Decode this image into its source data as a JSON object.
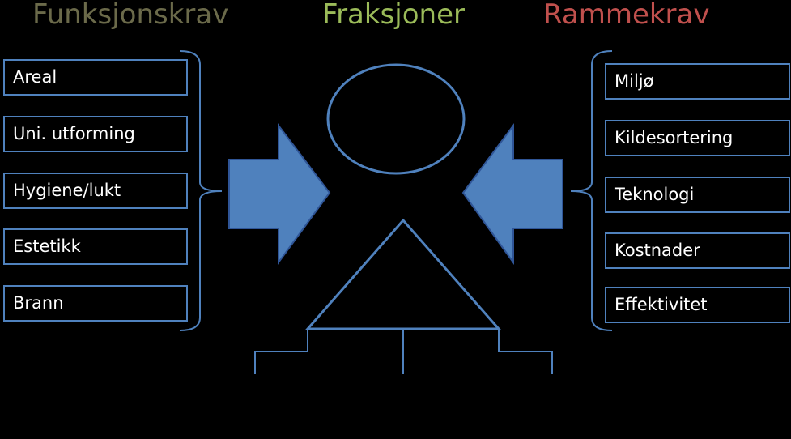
{
  "headings": {
    "left": "Funksjonskrav",
    "center": "Fraksjoner",
    "right": "Rammekrav"
  },
  "colors": {
    "left_heading": "#6b6a4a",
    "center_heading": "#9bbb59",
    "right_heading": "#c0504d",
    "box_border": "#4f81bd",
    "arrow_fill": "#4f81bd",
    "arrow_stroke": "#2f5597",
    "shape_stroke": "#4f81bd",
    "background": "#000000"
  },
  "left_column": {
    "items": [
      "Areal",
      "Uni. utforming",
      "Hygiene/lukt",
      "Estetikk",
      "Brann"
    ]
  },
  "right_column": {
    "items": [
      "Miljø",
      "Kildesortering",
      "Teknologi",
      "Kostnader",
      "Effektivitet"
    ]
  }
}
